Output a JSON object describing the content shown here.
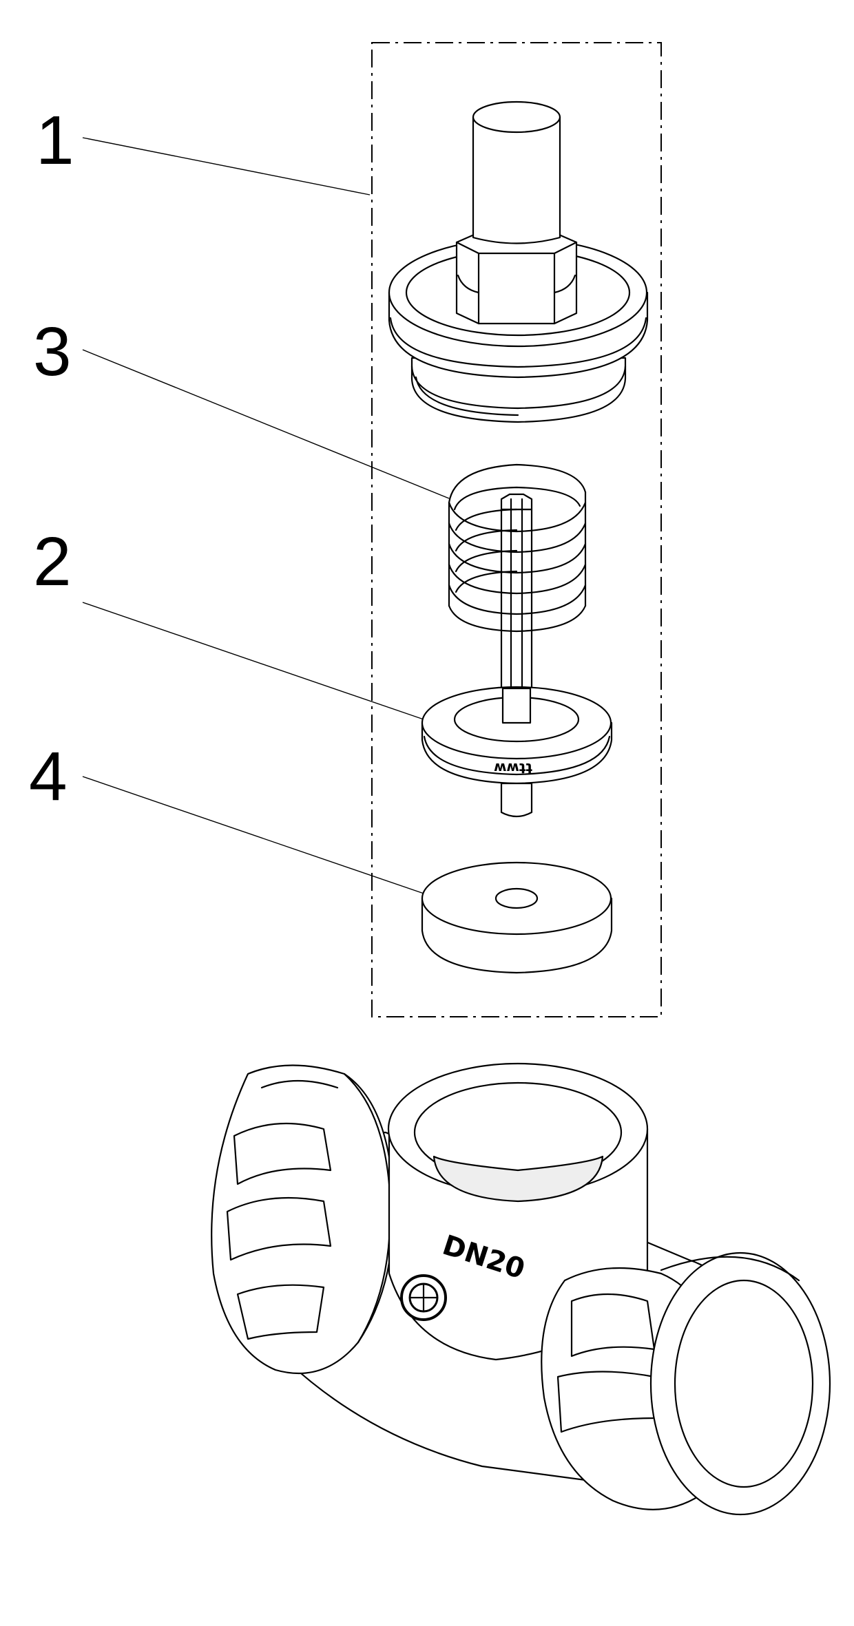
{
  "callouts": [
    {
      "id": "1",
      "label": "1"
    },
    {
      "id": "3",
      "label": "3"
    },
    {
      "id": "2",
      "label": "2"
    },
    {
      "id": "4",
      "label": "4"
    }
  ],
  "markings": {
    "disc_stamp": "ʍʍʇʇ",
    "body_size": "DN20"
  },
  "colors": {
    "line": "#000000",
    "background": "#ffffff",
    "shade": "#eeeeee"
  }
}
